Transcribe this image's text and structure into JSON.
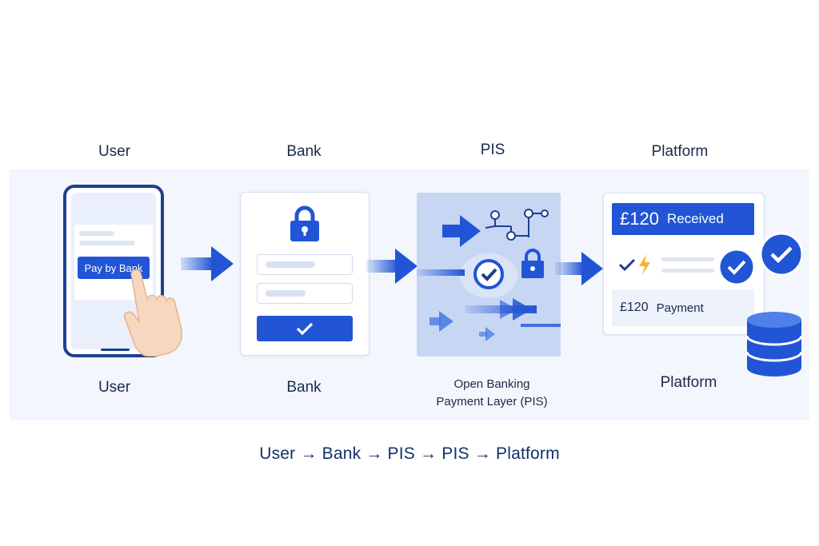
{
  "stages": {
    "user": {
      "top_label": "User",
      "bottom_label": "User"
    },
    "bank": {
      "top_label": "Bank",
      "bottom_label": "Bank"
    },
    "pis": {
      "top_label": "PIS",
      "bottom_label_line1": "Open Banking",
      "bottom_label_line2": "Payment Layer (PIS)"
    },
    "platform": {
      "top_label": "Platform",
      "bottom_label": "Platform"
    }
  },
  "phone": {
    "button_label": "Pay by Bank"
  },
  "platform_card": {
    "received_amount": "£120",
    "received_text": "Received",
    "payment_amount": "£120",
    "payment_text": "Payment"
  },
  "flow_text": "User → Bank → PIS → PIS → Platform",
  "colors": {
    "primary": "#2155d6",
    "navy": "#1d3f8f",
    "panel": "#c7d6f3",
    "band": "#f3f6fc",
    "bolt": "#f3b52e"
  },
  "icons": [
    "lock-icon",
    "checkmark-icon",
    "hand-pointer-icon",
    "arrow-right-icon",
    "network-node-icon",
    "check-circle-icon",
    "lightning-icon",
    "database-icon"
  ]
}
